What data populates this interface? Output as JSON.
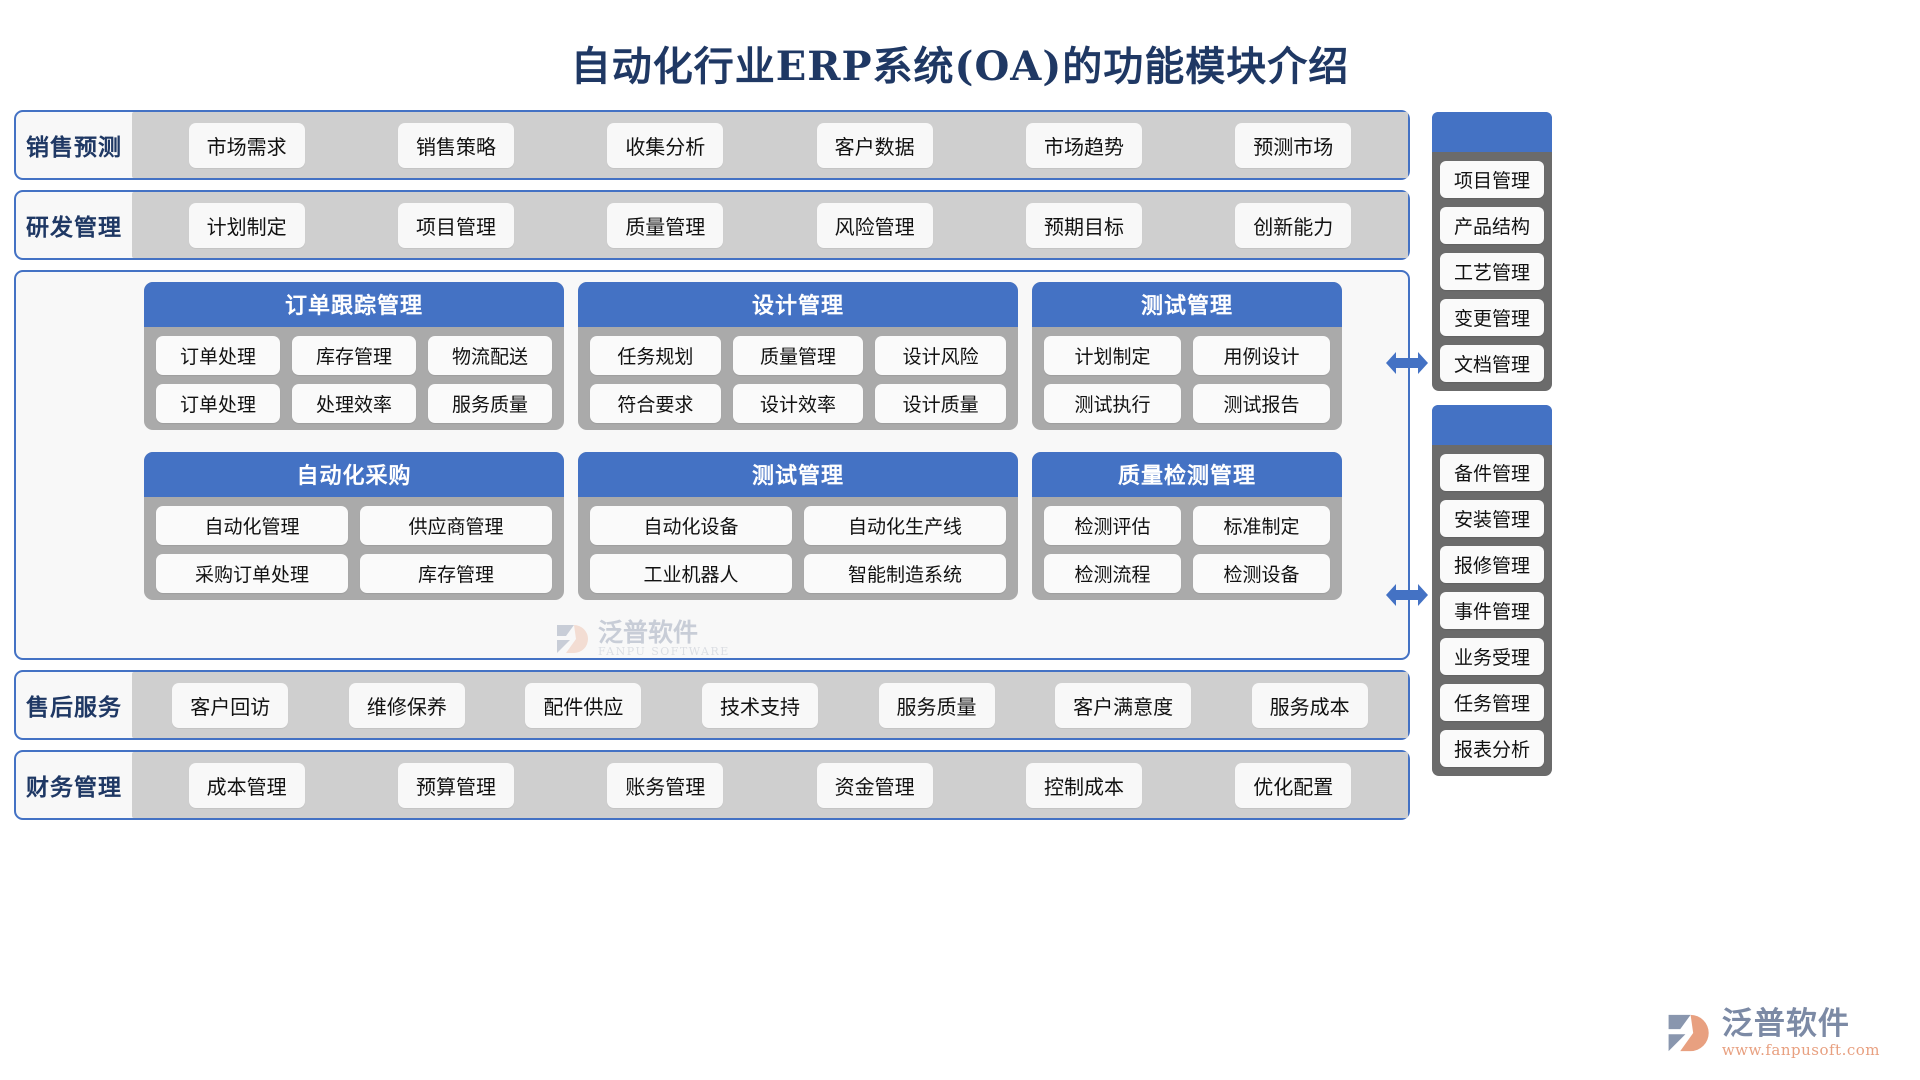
{
  "title": "自动化行业ERP系统(OA)的功能模块介绍",
  "colors": {
    "title": "#1f3864",
    "accent_blue": "#4472c4",
    "band_border": "#4472c4",
    "strip_gray": "#cfcfcf",
    "module_gray": "#aaaaaa",
    "sidebar_gray": "#6b6b6b",
    "chip_bg": "#fafafa"
  },
  "bands": [
    {
      "label": "销售预测",
      "chips": [
        "市场需求",
        "销售策略",
        "收集分析",
        "客户数据",
        "市场趋势",
        "预测市场"
      ]
    },
    {
      "label": "研发管理",
      "chips": [
        "计划制定",
        "项目管理",
        "质量管理",
        "风险管理",
        "预期目标",
        "创新能力"
      ]
    },
    {
      "label": "售后服务",
      "chips": [
        "客户回访",
        "维修保养",
        "配件供应",
        "技术支持",
        "服务质量",
        "客户满意度",
        "服务成本"
      ]
    },
    {
      "label": "财务管理",
      "chips": [
        "成本管理",
        "预算管理",
        "账务管理",
        "资金管理",
        "控制成本",
        "优化配置"
      ]
    }
  ],
  "center": {
    "rows": [
      {
        "modules": [
          {
            "title": "订单跟踪管理",
            "lines": [
              [
                "订单处理",
                "库存管理",
                "物流配送"
              ],
              [
                "订单处理",
                "处理效率",
                "服务质量"
              ]
            ]
          },
          {
            "title": "设计管理",
            "lines": [
              [
                "任务规划",
                "质量管理",
                "设计风险"
              ],
              [
                "符合要求",
                "设计效率",
                "设计质量"
              ]
            ]
          },
          {
            "title": "测试管理",
            "lines": [
              [
                "计划制定",
                "用例设计"
              ],
              [
                "测试执行",
                "测试报告"
              ]
            ]
          }
        ]
      },
      {
        "modules": [
          {
            "title": "自动化采购",
            "lines": [
              [
                "自动化管理",
                "供应商管理"
              ],
              [
                "采购订单处理",
                "库存管理"
              ]
            ]
          },
          {
            "title": "测试管理",
            "lines": [
              [
                "自动化设备",
                "自动化生产线"
              ],
              [
                "工业机器人",
                "智能制造系统"
              ]
            ]
          },
          {
            "title": "质量检测管理",
            "lines": [
              [
                "检测评估",
                "标准制定"
              ],
              [
                "检测流程",
                "检测设备"
              ]
            ]
          }
        ]
      }
    ]
  },
  "sidebars": [
    {
      "name": "top",
      "items": [
        "项目管理",
        "产品结构",
        "工艺管理",
        "变更管理",
        "文档管理"
      ]
    },
    {
      "name": "bottom",
      "items": [
        "备件管理",
        "安装管理",
        "报修管理",
        "事件管理",
        "业务受理",
        "任务管理",
        "报表分析"
      ]
    }
  ],
  "watermark": {
    "main": "泛普软件",
    "sub": "FANPU SOFTWARE"
  },
  "footer": {
    "brand": "泛普软件",
    "url": "www.fanpusoft.com"
  }
}
